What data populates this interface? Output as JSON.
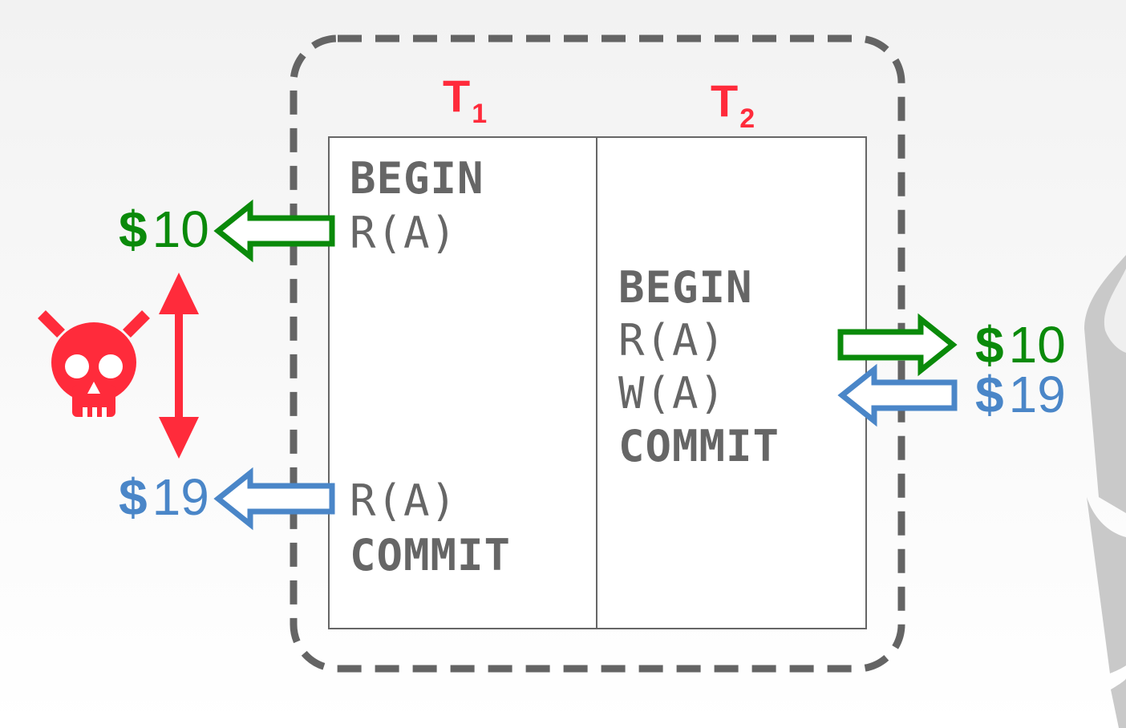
{
  "transactions": {
    "t1": {
      "label": "T",
      "subscript": "1",
      "ops": [
        "BEGIN",
        "R(A)",
        "R(A)",
        "COMMIT"
      ]
    },
    "t2": {
      "label": "T",
      "subscript": "2",
      "ops": [
        "BEGIN",
        "R(A)",
        "W(A)",
        "COMMIT"
      ]
    }
  },
  "values": {
    "left_first_read": {
      "symbol": "$",
      "amount": "10"
    },
    "left_second_read": {
      "symbol": "$",
      "amount": "19"
    },
    "right_read": {
      "symbol": "$",
      "amount": "10"
    },
    "right_write": {
      "symbol": "$",
      "amount": "19"
    }
  },
  "icons": {
    "skull": "skull-crossbones-icon",
    "database": "database-cylinder-icon"
  },
  "colors": {
    "red": "#ff2b3b",
    "green": "#0a8a0a",
    "blue": "#4a86c8",
    "gray": "#666666"
  }
}
